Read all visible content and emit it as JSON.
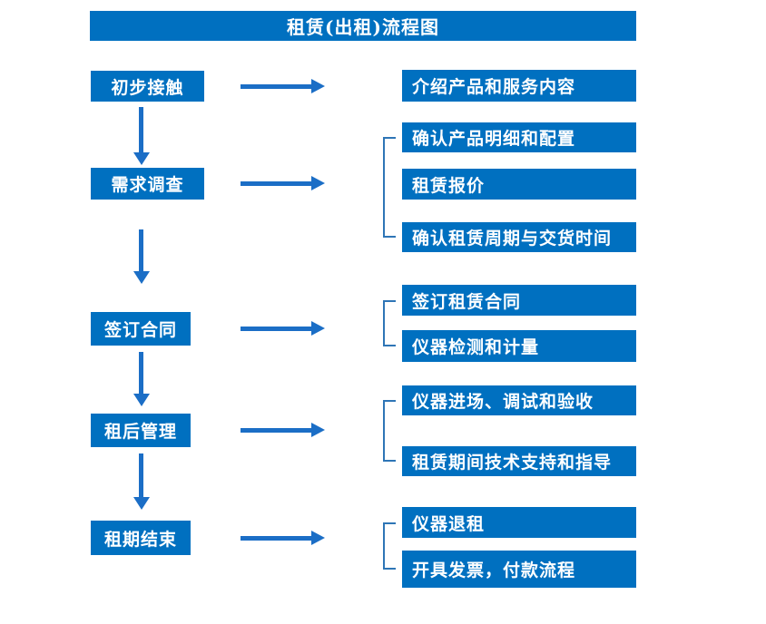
{
  "title": "租赁(出租)流程图",
  "colors": {
    "box_blue": "#0070C0",
    "arrow_blue": "#1B6EC6",
    "bracket_blue": "#2E75B6",
    "text_white": "#FFFFFF"
  },
  "steps": [
    {
      "label": "初步接触",
      "outputs": [
        "介绍产品和服务内容"
      ]
    },
    {
      "label": "需求调查",
      "outputs": [
        "确认产品明细和配置",
        "租赁报价",
        "确认租赁周期与交货时间"
      ]
    },
    {
      "label": "签订合同",
      "outputs": [
        "签订租赁合同",
        "仪器检测和计量"
      ]
    },
    {
      "label": "租后管理",
      "outputs": [
        "仪器进场、调试和验收",
        "租赁期间技术支持和指导"
      ]
    },
    {
      "label": "租期结束",
      "outputs": [
        "仪器退租",
        "开具发票，付款流程"
      ]
    }
  ]
}
